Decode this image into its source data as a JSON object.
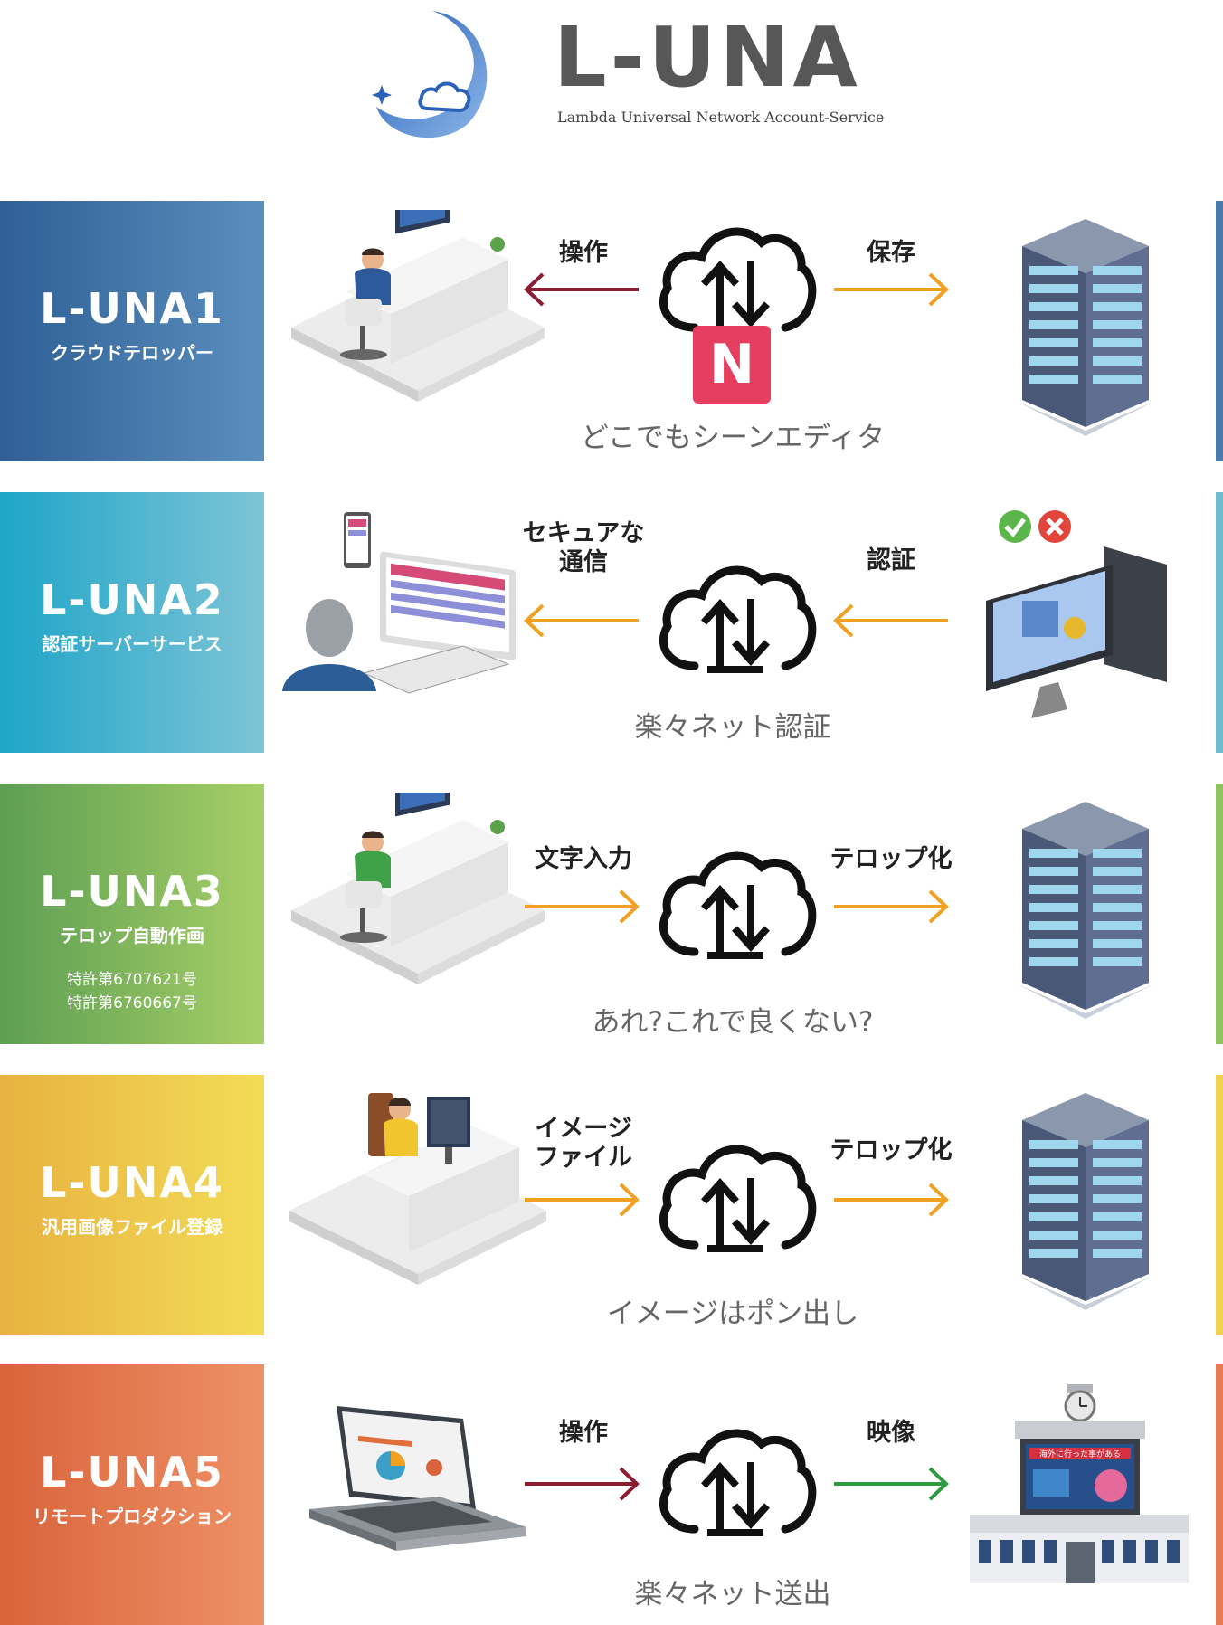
{
  "header": {
    "title": "L-UNA",
    "subtitle": "Lambda Universal Network Account-Service"
  },
  "rows": [
    {
      "title": "L-UNA1",
      "subtitle": "クラウドテロッパー",
      "left_label": "操作",
      "right_label": "保存",
      "caption": "どこでもシーンエディタ",
      "badge": "N",
      "color_from": "#2f5f95",
      "color_to": "#5b8fbe",
      "left_arrow_color": "#8b1c32",
      "right_arrow_color": "#f0a122"
    },
    {
      "title": "L-UNA2",
      "subtitle": "認証サーバーサービス",
      "left_label_1": "セキュアな",
      "left_label_2": "通信",
      "right_label": "認証",
      "caption": "楽々ネット認証",
      "color_from": "#1ea5c8",
      "color_to": "#7ec4d6",
      "left_arrow_color": "#f0a122",
      "right_arrow_color": "#f0a122"
    },
    {
      "title": "L-UNA3",
      "subtitle": "テロップ自動作画",
      "patent_1": "特許第6707621号",
      "patent_2": "特許第6760667号",
      "left_label": "文字入力",
      "right_label": "テロップ化",
      "caption": "あれ?これで良くない?",
      "color_from": "#5d9e53",
      "color_to": "#a7cf67",
      "left_arrow_color": "#f0a122",
      "right_arrow_color": "#f0a122"
    },
    {
      "title": "L-UNA4",
      "subtitle": "汎用画像ファイル登録",
      "left_label_1": "イメージ",
      "left_label_2": "ファイル",
      "right_label": "テロップ化",
      "caption": "イメージはポン出し",
      "color_from": "#e7b241",
      "color_to": "#f3dc56",
      "left_arrow_color": "#f0a122",
      "right_arrow_color": "#f0a122"
    },
    {
      "title": "L-UNA5",
      "subtitle": "リモートプロダクション",
      "left_label": "操作",
      "right_label": "映像",
      "caption": "楽々ネット送出",
      "screen_text": "海外に行った事がある",
      "color_from": "#d9633b",
      "color_to": "#ee9166",
      "left_arrow_color": "#8b1c32",
      "right_arrow_color": "#2e9a3e"
    }
  ]
}
